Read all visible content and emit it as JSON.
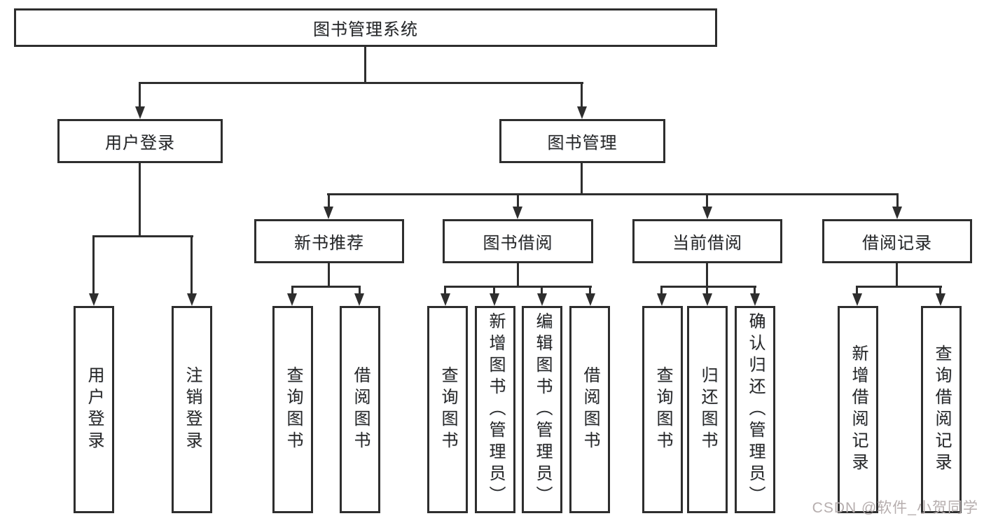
{
  "colors": {
    "line": "#2e2e2e",
    "text": "#262626",
    "watermark": "#b6aeae",
    "background": "#ffffff"
  },
  "tree": {
    "root": {
      "label": "图书管理系统"
    },
    "branches": [
      {
        "label": "用户登录",
        "children": [
          {
            "label": "用户登录"
          },
          {
            "label": "注销登录"
          }
        ]
      },
      {
        "label": "图书管理",
        "children": [
          {
            "label": "新书推荐",
            "children": [
              {
                "label": "查询图书"
              },
              {
                "label": "借阅图书"
              }
            ]
          },
          {
            "label": "图书借阅",
            "children": [
              {
                "label": "查询图书"
              },
              {
                "label": "新增图书（管理员）"
              },
              {
                "label": "编辑图书（管理员）"
              },
              {
                "label": "借阅图书"
              }
            ]
          },
          {
            "label": "当前借阅",
            "children": [
              {
                "label": "查询图书"
              },
              {
                "label": "归还图书"
              },
              {
                "label": "确认归还（管理员）"
              }
            ]
          },
          {
            "label": "借阅记录",
            "children": [
              {
                "label": "新增借阅记录"
              },
              {
                "label": "查询借阅记录"
              }
            ]
          }
        ]
      }
    ]
  },
  "watermark": {
    "text": "CSDN @软件_小贺同学"
  }
}
